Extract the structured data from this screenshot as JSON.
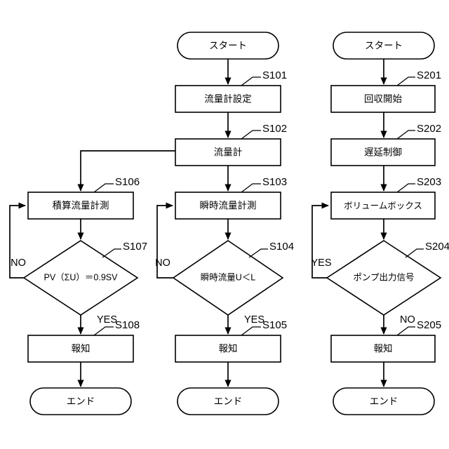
{
  "diagram": {
    "title": "",
    "background_color": "#ffffff",
    "line_color": "#000000",
    "columns": [
      {
        "id": "left",
        "nodes": [
          {
            "id": "l-s106",
            "type": "process",
            "text": "積算流量計測",
            "step": "S106"
          },
          {
            "id": "l-s107",
            "type": "decision",
            "text": "PV（ΣU）＝0.9SV",
            "step": "S107",
            "yes": "YES",
            "no": "NO"
          },
          {
            "id": "l-s108",
            "type": "process",
            "text": "報知",
            "step": "S108"
          },
          {
            "id": "l-end",
            "type": "terminator",
            "text": "エンド",
            "step": ""
          }
        ]
      },
      {
        "id": "middle",
        "nodes": [
          {
            "id": "m-start",
            "type": "terminator",
            "text": "スタート",
            "step": ""
          },
          {
            "id": "m-s101",
            "type": "process",
            "text": "流量計設定",
            "step": "S101"
          },
          {
            "id": "m-s102",
            "type": "process",
            "text": "流量計",
            "step": "S102"
          },
          {
            "id": "m-s103",
            "type": "process",
            "text": "瞬時流量計測",
            "step": "S103"
          },
          {
            "id": "m-s104",
            "type": "decision",
            "text": "瞬時流量U＜L",
            "step": "S104",
            "yes": "YES",
            "no": "NO"
          },
          {
            "id": "m-s105",
            "type": "process",
            "text": "報知",
            "step": "S105"
          },
          {
            "id": "m-end",
            "type": "terminator",
            "text": "エンド",
            "step": ""
          }
        ]
      },
      {
        "id": "right",
        "nodes": [
          {
            "id": "r-start",
            "type": "terminator",
            "text": "スタート",
            "step": ""
          },
          {
            "id": "r-s201",
            "type": "process",
            "text": "回収開始",
            "step": "S201"
          },
          {
            "id": "r-s202",
            "type": "process",
            "text": "遅延制御",
            "step": "S202"
          },
          {
            "id": "r-s203",
            "type": "process",
            "text": "ボリュームボックス",
            "step": "S203"
          },
          {
            "id": "r-s204",
            "type": "decision",
            "text": "ポンプ出力信号",
            "step": "S204",
            "yes": "YES",
            "no": "NO"
          },
          {
            "id": "r-s205",
            "type": "process",
            "text": "報知",
            "step": "S205"
          },
          {
            "id": "r-end",
            "type": "terminator",
            "text": "エンド",
            "step": ""
          }
        ]
      }
    ]
  },
  "text": {
    "start": "スタート",
    "end": "エンド",
    "notify": "報知",
    "flowmeter_setting": "流量計設定",
    "flowmeter": "流量計",
    "instant_flow_measure": "瞬時流量計測",
    "integrated_flow_measure": "積算流量計測",
    "recovery_start": "回収開始",
    "delay_control": "遅延制御",
    "volume_box": "ボリュームボックス",
    "decision_pv": "PV（ΣU）＝0.9SV",
    "decision_instant": "瞬時流量U＜L",
    "decision_pump": "ポンプ出力信号",
    "yes": "YES",
    "no": "NO"
  },
  "steps": {
    "s101": "S101",
    "s102": "S102",
    "s103": "S103",
    "s104": "S104",
    "s105": "S105",
    "s106": "S106",
    "s107": "S107",
    "s108": "S108",
    "s201": "S201",
    "s202": "S202",
    "s203": "S203",
    "s204": "S204",
    "s205": "S205"
  }
}
